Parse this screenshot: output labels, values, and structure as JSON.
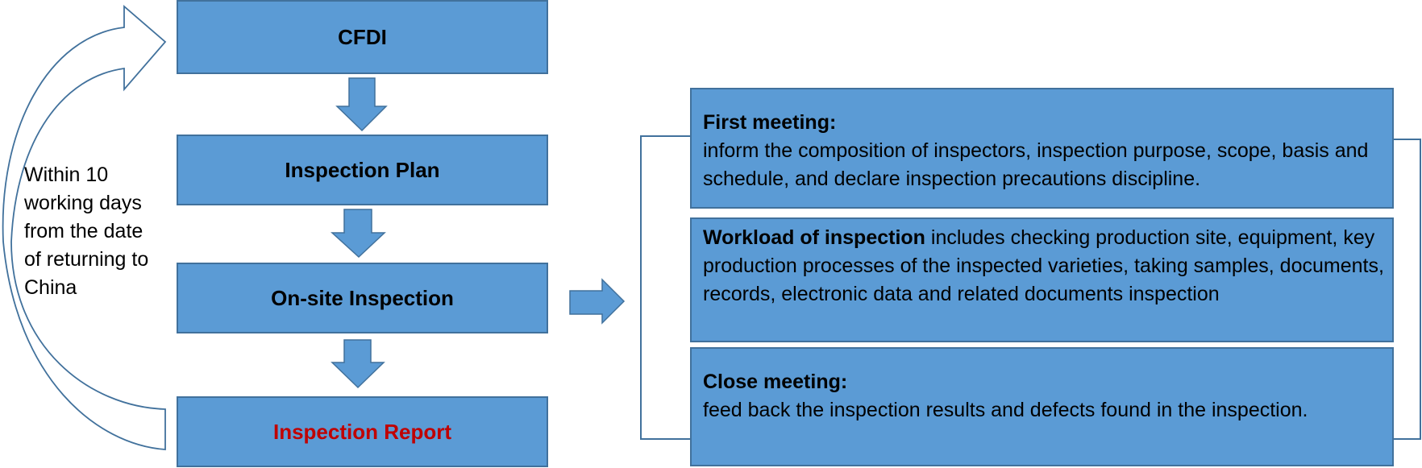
{
  "colors": {
    "box_fill": "#5b9bd5",
    "box_border": "#41719c",
    "highlight_text": "#c00000"
  },
  "flow": {
    "steps": [
      {
        "label": "CFDI"
      },
      {
        "label": "Inspection Plan"
      },
      {
        "label": "On-site Inspection"
      },
      {
        "label": "Inspection Report"
      }
    ]
  },
  "return_note": {
    "lines": [
      "Within 10",
      "working days",
      "from the date",
      "of returning to",
      "China"
    ]
  },
  "details": [
    {
      "heading": "First meeting:",
      "body": "inform the composition of inspectors, inspection purpose, scope, basis and schedule, and declare inspection precautions discipline."
    },
    {
      "heading": "Workload of inspection",
      "body": " includes checking production site, equipment, key production processes of the inspected varieties, taking samples, documents, records, electronic data and related documents inspection"
    },
    {
      "heading": "Close meeting:",
      "body": "feed back the inspection results and defects found in the inspection."
    }
  ]
}
